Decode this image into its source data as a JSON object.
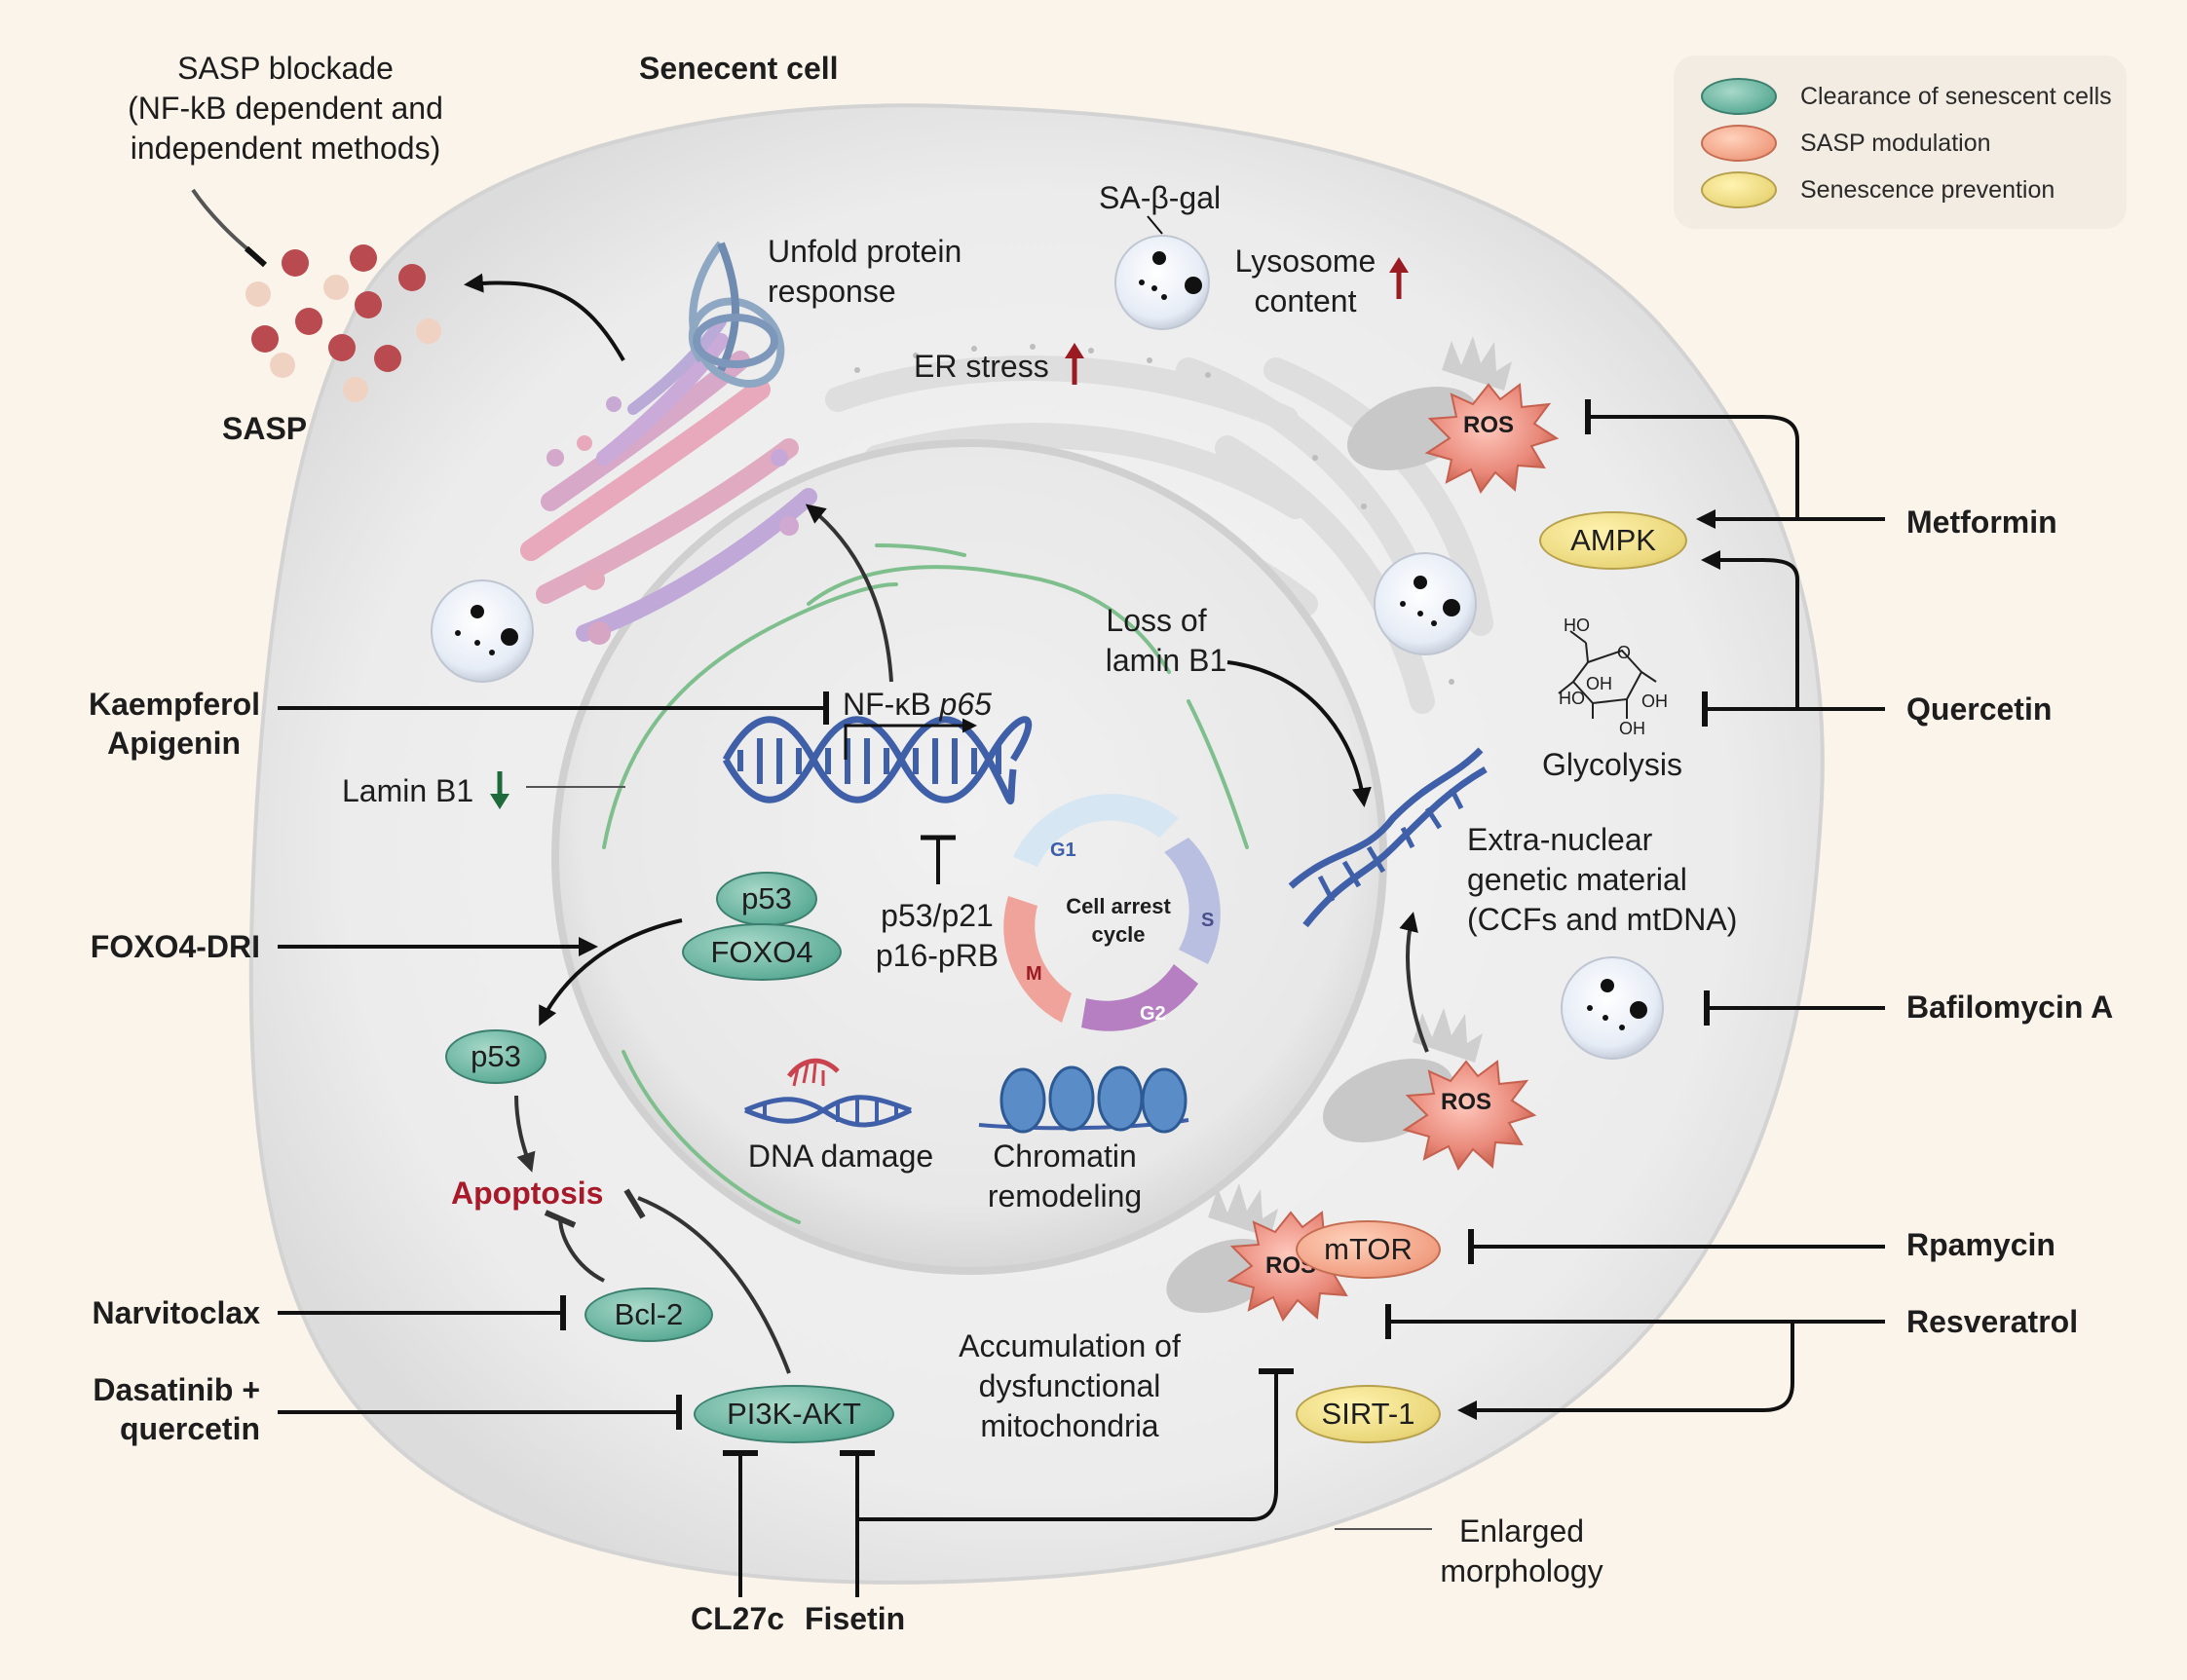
{
  "title": "Senecent cell",
  "legend": {
    "items": [
      {
        "label": "Clearance of senescent cells",
        "color": "#6dbba6"
      },
      {
        "label": "SASP modulation",
        "color": "#f2a488"
      },
      {
        "label": "Senescence prevention",
        "color": "#e9d98a"
      }
    ]
  },
  "sasp": {
    "blockade_line1": "SASP blockade",
    "blockade_line2": "(NF-kB dependent and",
    "blockade_line3": "independent methods)",
    "label": "SASP"
  },
  "organelles": {
    "upr_line1": "Unfold protein",
    "upr_line2": "response",
    "sabgal": "SA-β-gal",
    "lysosome_line1": "Lysosome",
    "lysosome_line2": "content",
    "er_stress": "ER stress",
    "loss_lamin_line1": "Loss of",
    "loss_lamin_line2": "lamin B1",
    "lamin_b1": "Lamin B1",
    "nfkb": "NF-κB",
    "p65": "p65",
    "p53p21": "p53/p21",
    "p16prb": "p16-pRB",
    "extranuclear_line1": "Extra-nuclear",
    "extranuclear_line2": "genetic material",
    "extranuclear_line3": "(CCFs and mtDNA)",
    "glycolysis": "Glycolysis",
    "dna_damage": "DNA damage",
    "chromatin_line1": "Chromatin",
    "chromatin_line2": "remodeling",
    "mito_line1": "Accumulation of",
    "mito_line2": "dysfunctional",
    "mito_line3": "mitochondria",
    "enlarged_line1": "Enlarged",
    "enlarged_line2": "morphology",
    "apoptosis": "Apoptosis"
  },
  "glucose": {
    "ho1": "HO",
    "ho2": "HO",
    "oh1": "OH",
    "oh2": "OH",
    "oh3": "OH",
    "o": "O"
  },
  "cell_cycle": {
    "center_line1": "Cell arrest",
    "center_line2": "cycle",
    "g1": "G1",
    "s": "S",
    "g2": "G2",
    "m": "M"
  },
  "nodes": {
    "ros1": "ROS",
    "ros2": "ROS",
    "ros3": "ROS",
    "ampk": "AMPK",
    "mtor": "mTOR",
    "sirt1": "SIRT-1",
    "p53_top": "p53",
    "foxo4": "FOXO4",
    "p53_mid": "p53",
    "bcl2": "Bcl-2",
    "pi3k": "PI3K-AKT"
  },
  "drugs": {
    "kaempferol": "Kaempferol",
    "apigenin": "Apigenin",
    "foxo4dri": "FOXO4-DRI",
    "narvitoclax": "Narvitoclax",
    "dasatinib_line1": "Dasatinib +",
    "dasatinib_line2": "quercetin",
    "cl27c": "CL27c",
    "fisetin": "Fisetin",
    "metformin": "Metformin",
    "quercetin": "Quercetin",
    "bafilomycin": "Bafilomycin A",
    "rapamycin": "Rpamycin",
    "resveratrol": "Resveratrol"
  }
}
